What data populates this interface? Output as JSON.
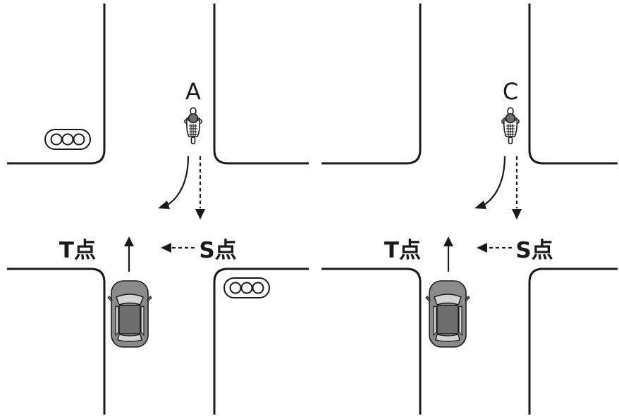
{
  "scenes": [
    {
      "vehicle_label": "A",
      "point_t_label": "T点",
      "point_s_label": "S点",
      "signals": 2
    },
    {
      "vehicle_label": "C",
      "point_t_label": "T点",
      "point_s_label": "S点",
      "signals": 0
    }
  ],
  "colors": {
    "line": "#1a1a1a",
    "car_body": "#8a8a8a",
    "car_glass": "#d4d4d4",
    "car_roof": "#6e6e6e"
  },
  "icons": [
    "motorcycle-icon",
    "car-icon",
    "traffic-signal-icon",
    "arrow-icon"
  ]
}
